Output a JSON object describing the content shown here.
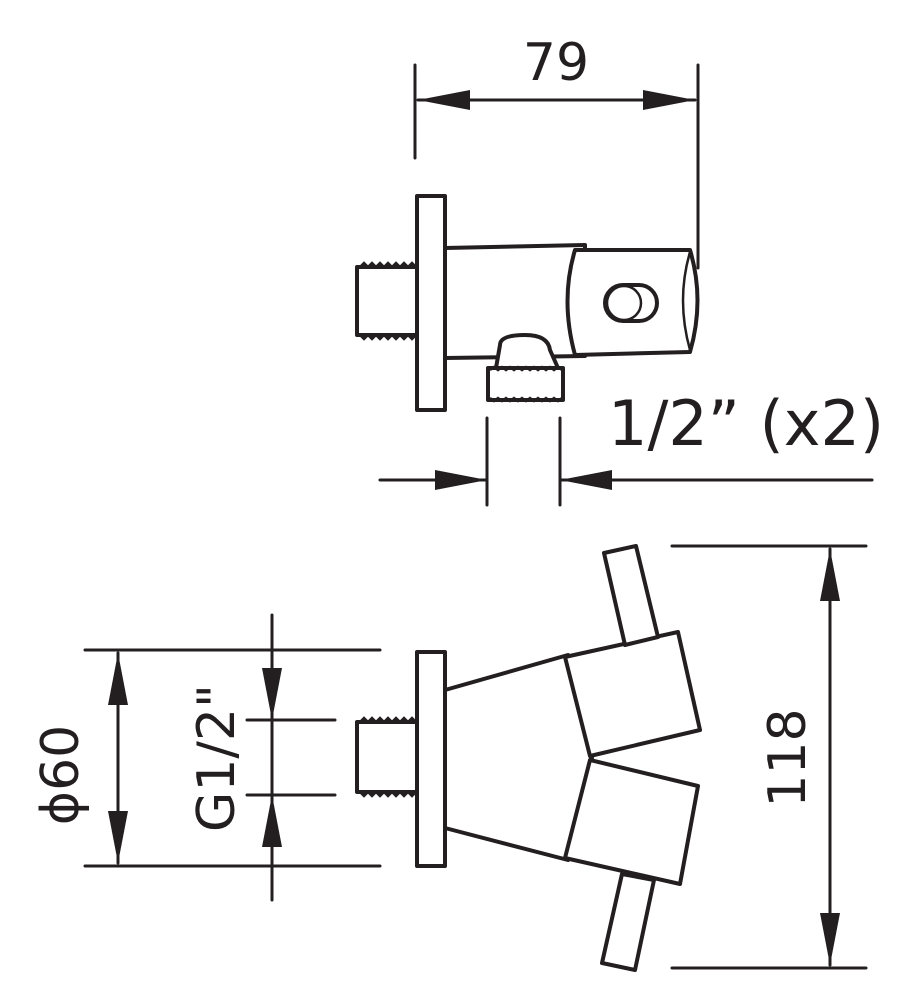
{
  "dimensions": {
    "top_width": "79",
    "thread_note": "1/2” (x2)",
    "diameter": "ϕ60",
    "thread_size": "G1/2\"",
    "height": "118"
  },
  "colors": {
    "line": "#231f20",
    "background": "#ffffff"
  }
}
